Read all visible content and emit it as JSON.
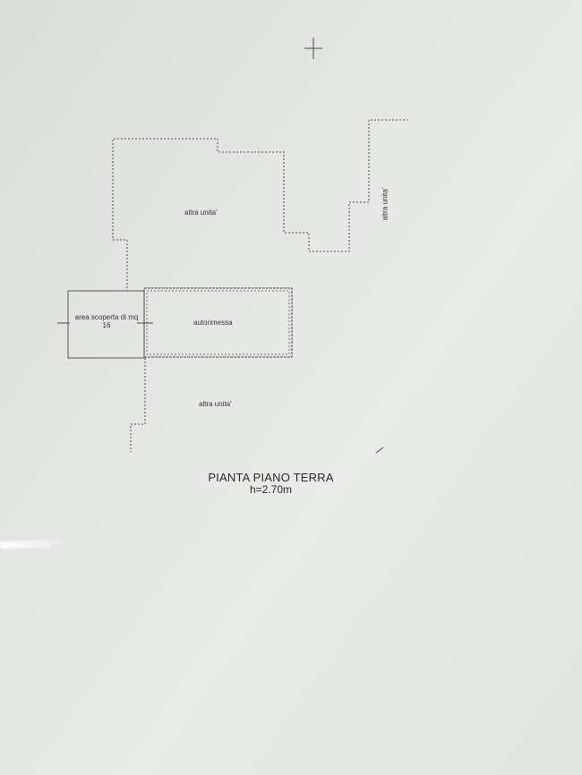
{
  "floor_plan": {
    "title": "PIANTA PIANO TERRA",
    "height_note": "h=2.70m",
    "rooms": {
      "altra_unita_top": "altra unita'",
      "altra_unita_right": "altra unita'",
      "altra_unita_bottom": "altra unita'",
      "autorimessa": "autorimessa",
      "area_scoperta": "area scoperta di mq 16"
    }
  },
  "colors": {
    "line": "#4a4a4a",
    "text": "#2a2a2a"
  }
}
